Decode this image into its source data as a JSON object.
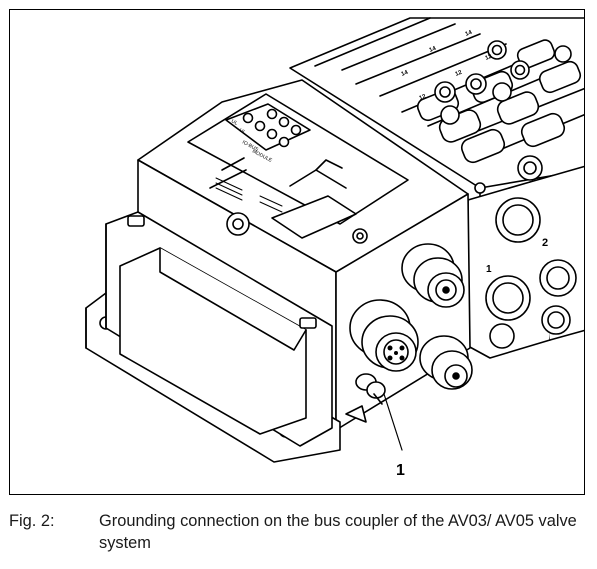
{
  "figure": {
    "callout_number": "1",
    "device_labels": {
      "led_1": "UL",
      "led_2": "UL",
      "led_3": "IO-BUS",
      "led_4": "MODULE"
    },
    "valve_marks": [
      "14",
      "12",
      "14",
      "12",
      "14",
      "12"
    ],
    "port_mark": "2",
    "side_port_mark": "1"
  },
  "caption": {
    "label": "Fig. 2:",
    "text": "Grounding connection on the bus coupler of the AV03/ AV05 valve system"
  }
}
